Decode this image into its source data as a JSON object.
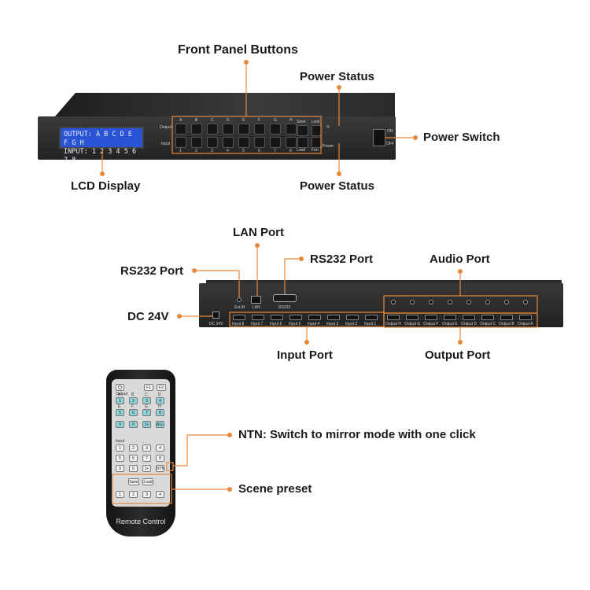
{
  "labels": {
    "front_panel_buttons": "Front Panel Buttons",
    "power_status_top": "Power Status",
    "power_switch": "Power Switch",
    "lcd_display": "LCD Display",
    "power_status_bottom": "Power Status",
    "lan_port": "LAN Port",
    "rs232_port_left": "RS232 Port",
    "rs232_port_right": "RS232 Port",
    "audio_port": "Audio Port",
    "dc_24v": "DC 24V",
    "input_port": "Input Port",
    "output_port": "Output Port",
    "ntn": "NTN: Switch to mirror mode with one click",
    "scene_preset": "Scene preset"
  },
  "front_panel": {
    "lcd_line1": "OUTPUT: A B C D E F G H",
    "lcd_line2": "INPUT: 1 2 3 4 5 6 7 8",
    "output_label": "Output",
    "input_label": "Input",
    "output_letters": [
      "A",
      "B",
      "C",
      "D",
      "E",
      "F",
      "G",
      "H"
    ],
    "input_numbers": [
      "1",
      "2",
      "3",
      "4",
      "5",
      "6",
      "7",
      "8"
    ],
    "save": "Save",
    "lock": "Lock",
    "load": "Load",
    "fun": "Fun",
    "power": "Power",
    "on": "ON",
    "off": "OFF"
  },
  "rear_panel": {
    "input_ports": [
      "Input 8",
      "Input 7",
      "Input 6",
      "Input 5",
      "Input 4",
      "Input 3",
      "Input 2",
      "Input 1"
    ],
    "output_ports": [
      "Output H",
      "Output G",
      "Output F",
      "Output E",
      "Output D",
      "Output C",
      "Output B",
      "Output A"
    ],
    "ext_ir": "Ext.IR",
    "lan": "LAN",
    "rs232": "RS232",
    "dc": "DC 24V"
  },
  "remote": {
    "f1": "F1",
    "f2": "F2",
    "output_label": "Output",
    "output_letters": [
      "A",
      "B",
      "C",
      "D",
      "E",
      "F",
      "G",
      "H"
    ],
    "output_keys": [
      "1",
      "2",
      "3",
      "4",
      "5",
      "6",
      "7",
      "8",
      "9",
      "0",
      "1+",
      "ALL"
    ],
    "input_label": "Input",
    "input_keys": [
      "1",
      "2",
      "3",
      "4",
      "5",
      "6",
      "7",
      "8",
      "9",
      "0",
      "1+",
      "NTN"
    ],
    "save": "Save",
    "load": "Load",
    "scene_keys": [
      "1",
      "2",
      "3",
      "4"
    ],
    "brand": "Remote Control"
  }
}
